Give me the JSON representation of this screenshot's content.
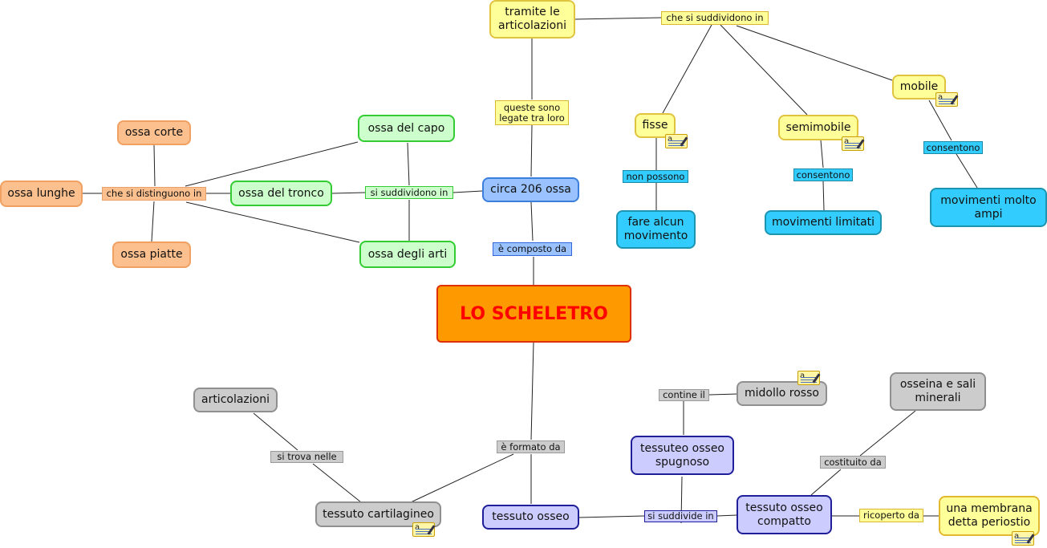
{
  "nodes": {
    "main": "LO SCHELETRO",
    "ossa206": "circa 206 ossa",
    "ossa_capo": "ossa del capo",
    "ossa_tronco": "ossa del tronco",
    "ossa_arti": "ossa degli arti",
    "ossa_corte": "ossa corte",
    "ossa_lunghe": "ossa lunghe",
    "ossa_piatte": "ossa piatte",
    "articolazioni_top": "tramite le articolazioni",
    "fisse": "fisse",
    "semimobile": "semimobile",
    "mobile": "mobile",
    "fare_alcun": "fare alcun movimento",
    "mov_limitati": "movimenti limitati",
    "mov_ampi": "movimenti molto ampi",
    "articolazioni": "articolazioni",
    "tess_cartilagineo": "tessuto cartilagineo",
    "tess_osseo": "tessuto osseo",
    "tess_spugnoso": "tessuteo osseo spugnoso",
    "midollo": "midollo rosso",
    "tess_compatto": "tessuto osseo compatto",
    "osseina": "osseina e sali minerali",
    "periostio": "una membrana detta periostio"
  },
  "links": {
    "composto": "è composto da",
    "suddividono_ossa": "si suddividono in",
    "distinguono": "che si distinguono in",
    "legate": "queste sono legate tra loro",
    "suddividono_art": "che si suddividono in",
    "non_possono": "non possono",
    "consentono_semi": "consentono",
    "consentono_mob": "consentono",
    "formato": "è formato da",
    "trova_nelle": "si trova nelle",
    "suddivide": "si suddivide in",
    "contine": "contine il",
    "costituito": "costituito da",
    "ricoperto": "ricoperto da"
  },
  "icons": [
    "note-icon"
  ],
  "colors": {
    "main_fill": "#ff9900",
    "main_text": "#ff0000",
    "orange": "#fcc08f",
    "green": "#ccffcc",
    "blue": "#99c2ff",
    "yellow": "#ffff99",
    "cyan": "#33ccff",
    "gray": "#cccccc",
    "violet": "#ccccff"
  }
}
